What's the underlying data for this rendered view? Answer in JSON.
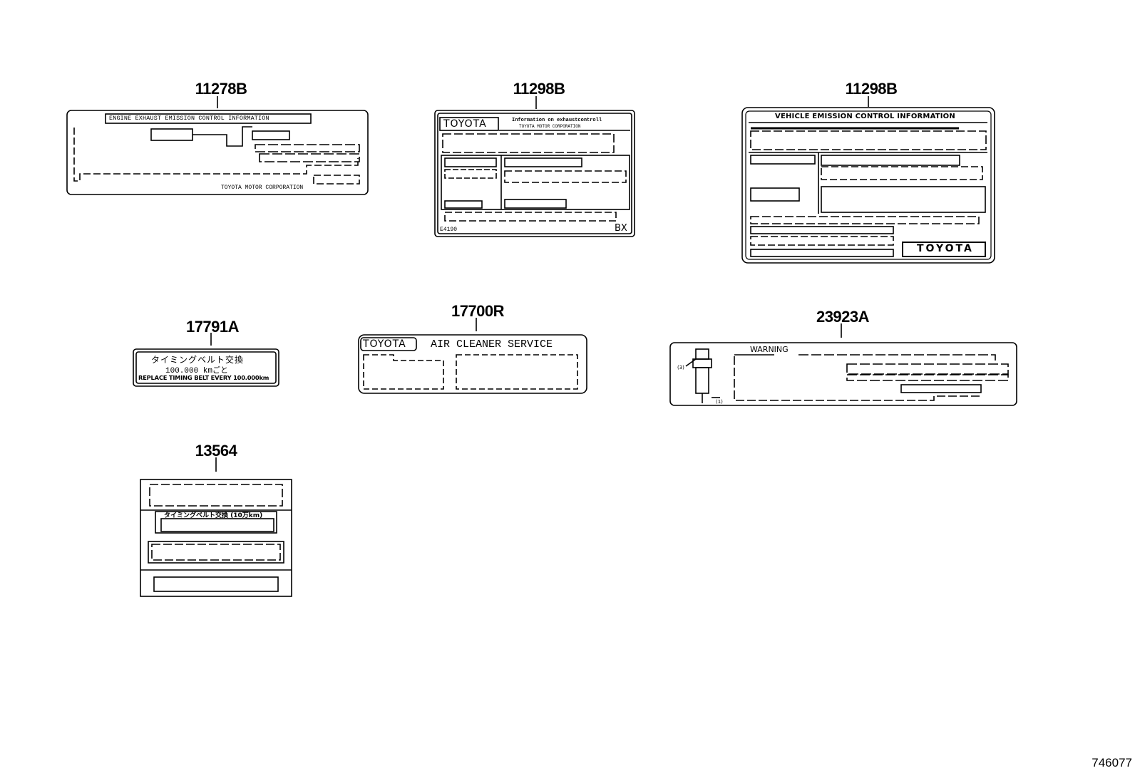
{
  "parts": {
    "p1": "11278B",
    "p2": "11298B",
    "p3": "11298B",
    "p4": "17791A",
    "p5": "17700R",
    "p6": "23923A",
    "p7": "13564"
  },
  "label_11278B": {
    "header": "ENGINE EXHAUST EMISSION CONTROL INFORMATION",
    "footer": "TOYOTA MOTOR CORPORATION"
  },
  "label_11298B_a": {
    "brand": "TOYOTA",
    "header_line1": "Information on exhaustcontroll",
    "header_line2": "TOYOTA MOTOR CORPORATION",
    "code": "E4190",
    "mark": "BX"
  },
  "label_11298B_b": {
    "header": "VEHICLE EMISSION CONTROL INFORMATION",
    "brand": "TOYOTA"
  },
  "label_17791A": {
    "line1": "タイミングベルト交換",
    "line2": "100.000 kmごと",
    "line3": "REPLACE TIMING BELT EVERY 100.000km"
  },
  "label_17700R": {
    "brand": "TOYOTA",
    "title": "AIR CLEANER SERVICE"
  },
  "label_23923A": {
    "title": "WARNING"
  },
  "label_13564": {
    "line": "タイミングベルト交換 (10万km)"
  },
  "figure_id": "746077"
}
